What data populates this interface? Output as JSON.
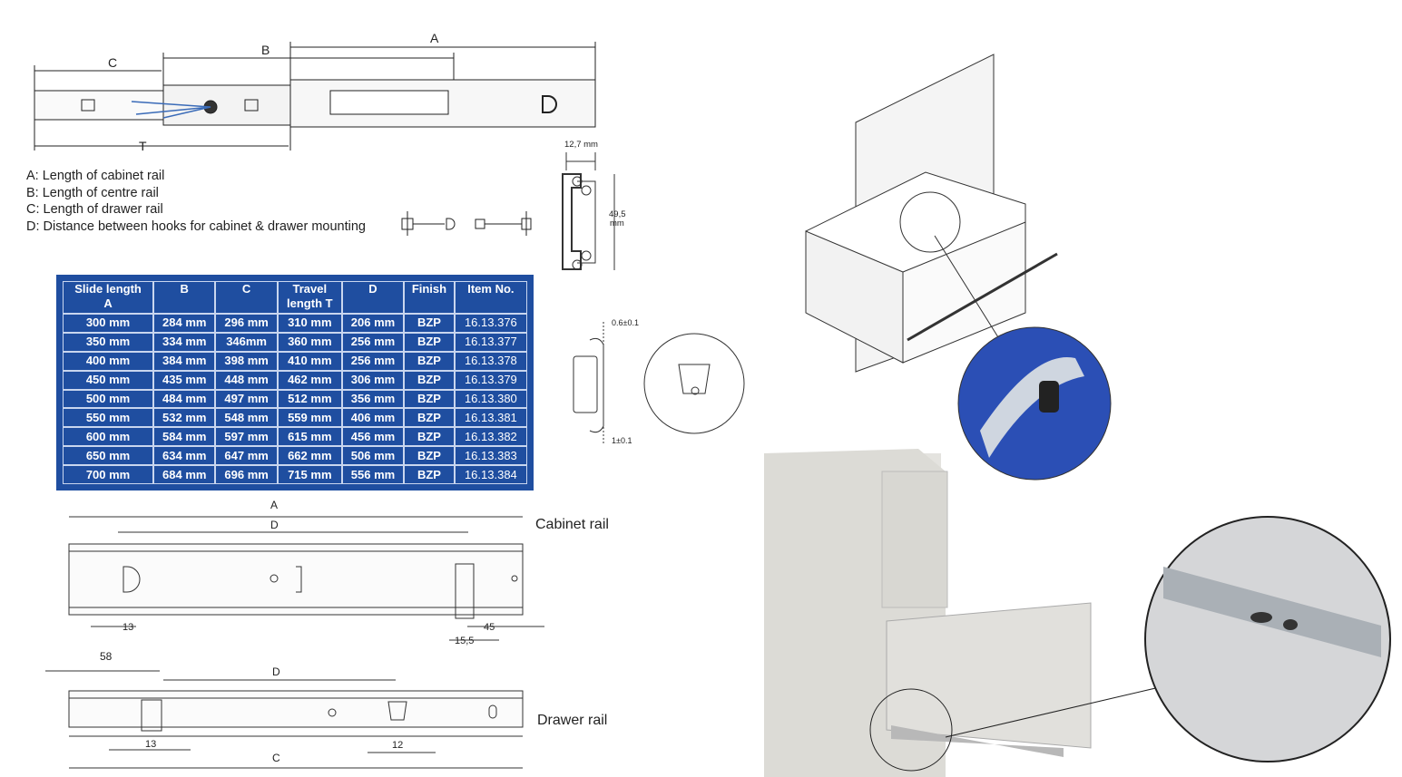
{
  "top_diagram": {
    "dim_a": "A",
    "dim_b": "B",
    "dim_c": "C",
    "dim_t": "T"
  },
  "legend": [
    "A: Length of cabinet rail",
    "B: Length of centre rail",
    "C: Length of drawer rail",
    "D: Distance between hooks for cabinet & drawer mounting"
  ],
  "profile": {
    "width": "12,7 mm",
    "height_value": "49,5",
    "height_unit": "mm"
  },
  "hook_detail": {
    "top_tol": "0.6±0.1",
    "bottom_tol": "1±0.1"
  },
  "table": {
    "headers": [
      "Slide length A",
      "B",
      "C",
      "Travel length T",
      "D",
      "Finish",
      "Item No."
    ],
    "header_lines": [
      [
        "Slide length",
        "A"
      ],
      [
        "B"
      ],
      [
        "C"
      ],
      [
        "Travel",
        "length T"
      ],
      [
        "D"
      ],
      [
        "Finish"
      ],
      [
        "Item No."
      ]
    ],
    "rows": [
      [
        "300 mm",
        "284 mm",
        "296 mm",
        "310 mm",
        "206 mm",
        "BZP",
        "16.13.376"
      ],
      [
        "350 mm",
        "334 mm",
        "346mm",
        "360 mm",
        "256 mm",
        "BZP",
        "16.13.377"
      ],
      [
        "400 mm",
        "384 mm",
        "398 mm",
        "410 mm",
        "256 mm",
        "BZP",
        "16.13.378"
      ],
      [
        "450 mm",
        "435 mm",
        "448 mm",
        "462 mm",
        "306 mm",
        "BZP",
        "16.13.379"
      ],
      [
        "500 mm",
        "484 mm",
        "497 mm",
        "512 mm",
        "356 mm",
        "BZP",
        "16.13.380"
      ],
      [
        "550 mm",
        "532 mm",
        "548 mm",
        "559 mm",
        "406 mm",
        "BZP",
        "16.13.381"
      ],
      [
        "600 mm",
        "584 mm",
        "597 mm",
        "615 mm",
        "456 mm",
        "BZP",
        "16.13.382"
      ],
      [
        "650 mm",
        "634 mm",
        "647 mm",
        "662 mm",
        "506 mm",
        "BZP",
        "16.13.383"
      ],
      [
        "700 mm",
        "684 mm",
        "696 mm",
        "715 mm",
        "556 mm",
        "BZP",
        "16.13.384"
      ]
    ],
    "bg_color": "#1f4ea0"
  },
  "cabinet_rail": {
    "label": "Cabinet rail",
    "dim_a": "A",
    "dim_d": "D",
    "dim_13": "13",
    "dim_45": "45",
    "dim_155": "15,5"
  },
  "drawer_rail": {
    "label": "Drawer rail",
    "dim_58": "58",
    "dim_d": "D",
    "dim_13": "13",
    "dim_12": "12",
    "dim_c": "C"
  }
}
